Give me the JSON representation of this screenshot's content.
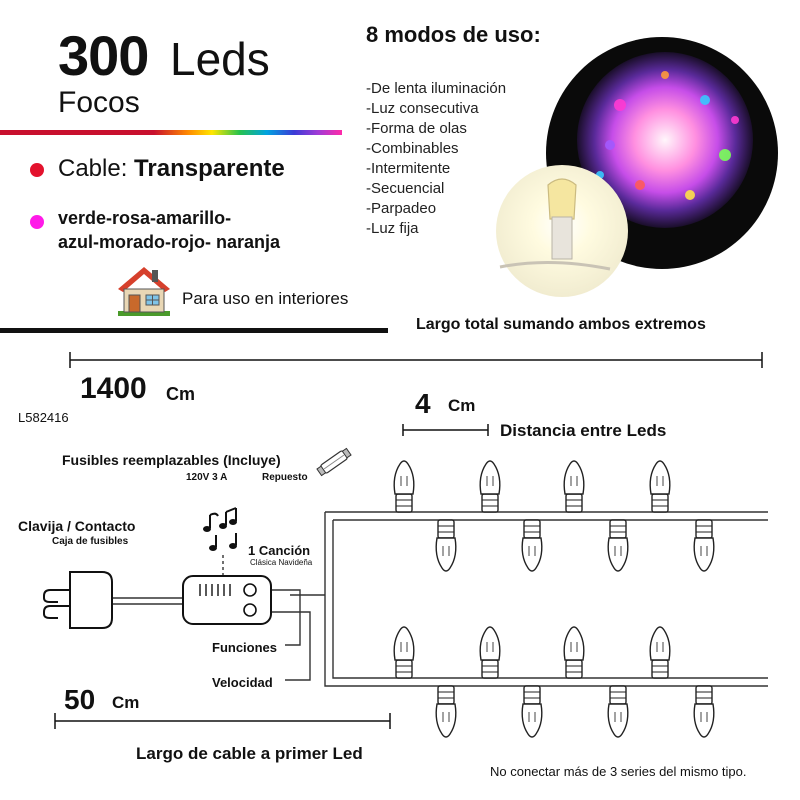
{
  "header": {
    "count": "300",
    "unit": "Leds",
    "subtitle": "Focos"
  },
  "specs": {
    "cable_label": "Cable:",
    "cable_value": "Transparente",
    "colors_line1": "verde-rosa-amarillo-",
    "colors_line2": "azul-morado-rojo- naranja",
    "indoor_text": "Para uso en interiores",
    "dot_colors": {
      "cable": "#e3122d",
      "colors": "#ff1ae8"
    }
  },
  "modes": {
    "title": "8 modos de uso:",
    "items": [
      "-De lenta iluminación",
      "-Luz consecutiva",
      "-Forma de olas",
      "-Combinables",
      "-Intermitente",
      "-Secuencial",
      "-Parpadeo",
      "-Luz fija"
    ]
  },
  "diagram": {
    "total_length_caption": "Largo total sumando ambos extremos",
    "total_length_value": "1400",
    "total_length_unit": "Cm",
    "code": "L582416",
    "spacing_value": "4",
    "spacing_unit": "Cm",
    "spacing_caption": "Distancia entre Leds",
    "fuses_title": "Fusibles reemplazables (Incluye)",
    "fuses_rating": "120V 3 A",
    "fuses_spare": "Repuesto",
    "plug_title": "Clavija / Contacto",
    "plug_sub": "Caja de fusibles",
    "song_title": "1 Canción",
    "song_sub": "Clásica Navideña",
    "functions_label": "Funciones",
    "speed_label": "Velocidad",
    "lead_length_value": "50",
    "lead_length_unit": "Cm",
    "lead_length_caption": "Largo de cable a primer Led",
    "warning": "No conectar más de 3 series del mismo tipo."
  },
  "icons": {
    "house": "house-icon",
    "fuse": "fuse-icon",
    "music": "music-notes-icon",
    "plug": "plug-icon",
    "controller": "controller-icon",
    "bulb": "led-bulb-icon"
  }
}
